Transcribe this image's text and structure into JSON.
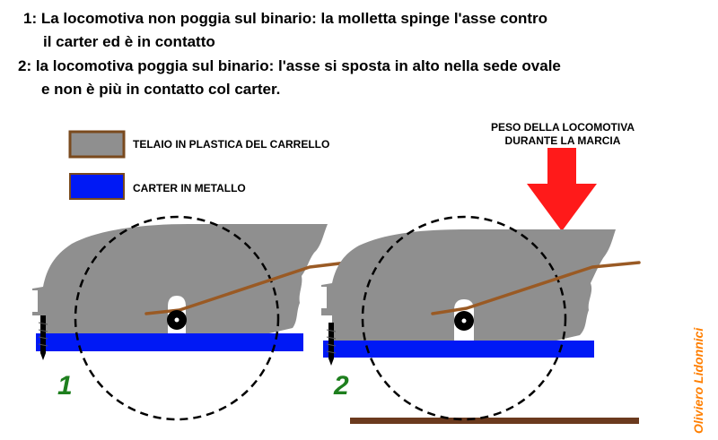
{
  "caption": {
    "line1": "1: La locomotiva non poggia sul binario: la molletta spinge l'asse contro",
    "line2": "il carter ed  è  in contatto",
    "line3": "2: la locomotiva poggia sul binario: l'asse si sposta in alto nella sede ovale",
    "line4": "e non è più in contatto col carter."
  },
  "legend": {
    "frame_label": "TELAIO IN PLASTICA DEL CARRELLO",
    "frame_color": "#8f8f8f",
    "frame_border": "#7a4a1e",
    "carter_label": "CARTER IN METALLO",
    "carter_color": "#0019f5"
  },
  "weight": {
    "line1": "PESO DELLA LOCOMOTIVA",
    "line2": "DURANTE LA MARCIA",
    "arrow_color": "#ff1a1a"
  },
  "figure1": {
    "number": "1"
  },
  "figure2": {
    "number": "2"
  },
  "colors": {
    "spring": "#9a5a24",
    "rail": "#6b3a1e",
    "number": "#1e7f1e"
  },
  "author": "Oliviero Lidonnici"
}
